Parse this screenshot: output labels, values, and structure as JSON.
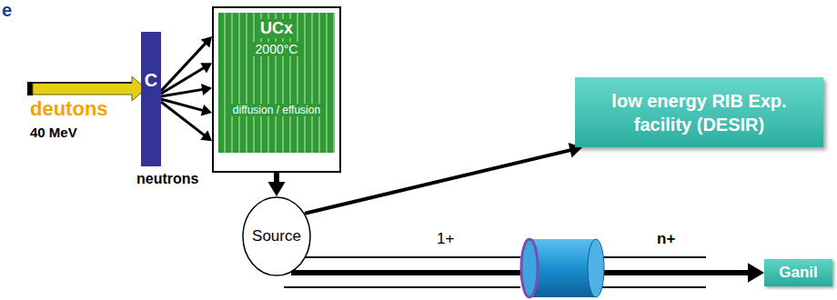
{
  "diagram": {
    "nodes": [
      {
        "text": [
          "C"
        ]
      },
      {
        "text": [
          "UCx",
          "2000°C",
          "diffusion / effusion"
        ]
      },
      {
        "text": [
          "low energy RIB Exp. facility (DESIR)"
        ]
      },
      {
        "text": [
          "Source"
        ]
      },
      {
        "text": [
          "Ganil"
        ]
      }
    ],
    "edges": [
      {
        "from": 0,
        "to": 1,
        "arrow": "to"
      },
      {
        "from": 0,
        "to": 1,
        "arrow": "to"
      },
      {
        "from": 0,
        "to": 1,
        "arrow": "to"
      },
      {
        "from": 0,
        "to": 1,
        "arrow": "to"
      },
      {
        "from": 0,
        "to": 1,
        "arrow": "to"
      },
      {
        "from": 1,
        "to": 3,
        "arrow": "to"
      },
      {
        "from": 3,
        "to": 2,
        "arrow": "to"
      },
      {
        "from": 3,
        "to": 4,
        "arrow": "to"
      }
    ],
    "labels": [
      "e",
      "deutons",
      "40 MeV",
      "neutrons",
      "1+",
      "n+"
    ]
  }
}
